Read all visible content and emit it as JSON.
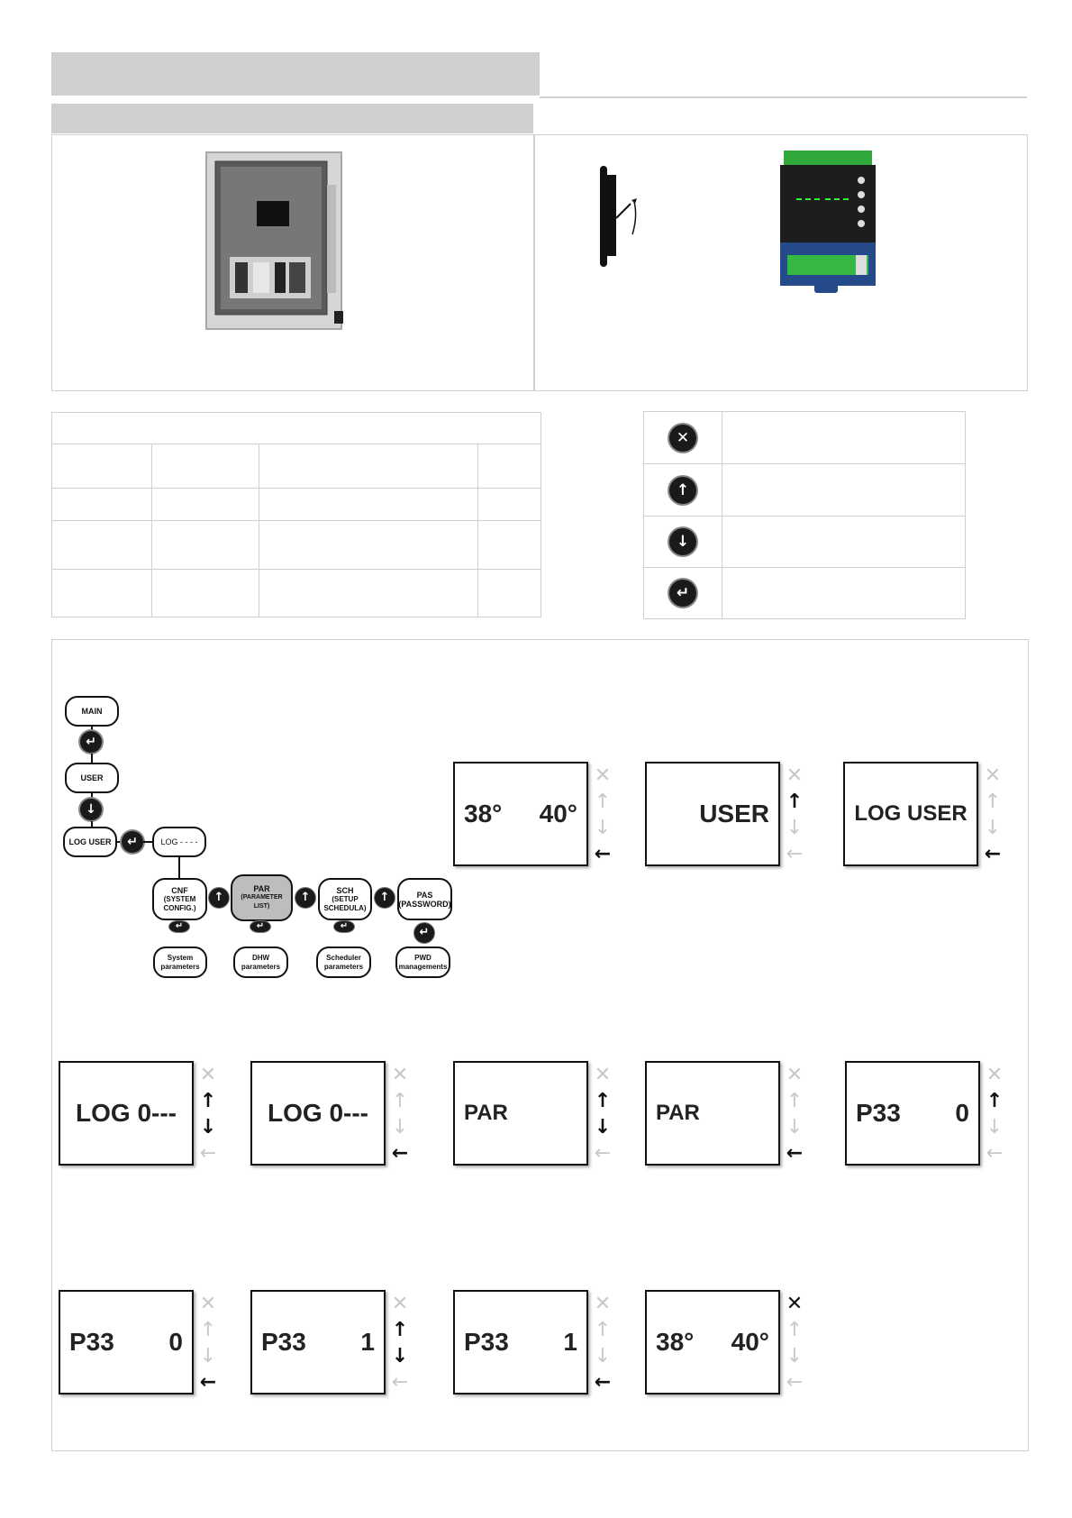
{
  "buttons": {
    "esc_symbol": "✕",
    "up_symbol": "↑",
    "down_symbol": "↓",
    "enter_symbol": "↵"
  },
  "icons": {
    "esc": "✕",
    "up": "↑",
    "down": "↓",
    "enter": "←"
  },
  "flowchart": {
    "main": "MAIN",
    "user": "USER",
    "log_user": "LOG USER",
    "log": "LOG - - - -",
    "cnf": "CNF",
    "cnf_sub": "(SYSTEM CONFIG.)",
    "par": "PAR",
    "par_sub": "(PARAMETER LIST)",
    "sch": "SCH",
    "sch_sub": "(SETUP SCHEDULA)",
    "pas": "PAS",
    "pas_sub": "(PASSWORD)",
    "system_params": "System parameters",
    "dhw_params": "DHW parameters",
    "scheduler_params": "Scheduler parameters",
    "pwd_mgmt": "PWD managements"
  },
  "displays": [
    {
      "a": "38°",
      "b": "40°",
      "active": [
        false,
        false,
        false,
        true
      ]
    },
    {
      "a": "",
      "b": "USER",
      "active": [
        false,
        true,
        false,
        false
      ]
    },
    {
      "a": "LOG USER",
      "b": "",
      "active": [
        false,
        false,
        false,
        true
      ]
    },
    {
      "a": "LOG 0---",
      "b": "",
      "active": [
        false,
        true,
        true,
        false
      ]
    },
    {
      "a": "LOG 0---",
      "b": "",
      "active": [
        false,
        false,
        false,
        true
      ]
    },
    {
      "a": "PAR",
      "b": "",
      "active": [
        false,
        true,
        true,
        false
      ]
    },
    {
      "a": "PAR",
      "b": "",
      "active": [
        false,
        false,
        false,
        true
      ]
    },
    {
      "a": "P33",
      "b": "0",
      "active": [
        false,
        true,
        false,
        false
      ]
    },
    {
      "a": "P33",
      "b": "0",
      "active": [
        false,
        false,
        false,
        true
      ]
    },
    {
      "a": "P33",
      "b": "1",
      "active": [
        false,
        true,
        true,
        false
      ]
    },
    {
      "a": "P33",
      "b": "1",
      "active": [
        false,
        false,
        false,
        true
      ]
    },
    {
      "a": "38°",
      "b": "40°",
      "active": [
        true,
        false,
        false,
        false
      ]
    }
  ]
}
